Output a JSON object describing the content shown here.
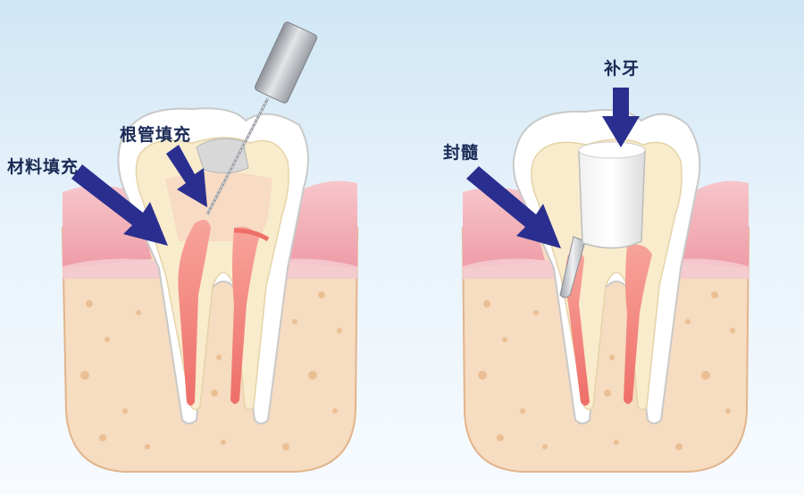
{
  "labels": {
    "material_fill": "材料填充",
    "root_canal_fill": "根管填充",
    "pulp_seal": "封髓",
    "tooth_repair": "补牙"
  },
  "colors": {
    "background_top": "#cfe6f5",
    "background_bottom": "#f7fbfe",
    "bone": "#f6dcc0",
    "bone_speckle": "#e9b98a",
    "gum": "#f2aeb6",
    "enamel": "#ffffff",
    "dentin": "#f8eccd",
    "pulp": "#f07c74",
    "arrow": "#2a2f8f",
    "instrument": "#b8bcc2",
    "crown_fill": "#eeeeee"
  },
  "icons": [
    "dental-file-icon",
    "crown-filling-icon",
    "post-icon"
  ]
}
